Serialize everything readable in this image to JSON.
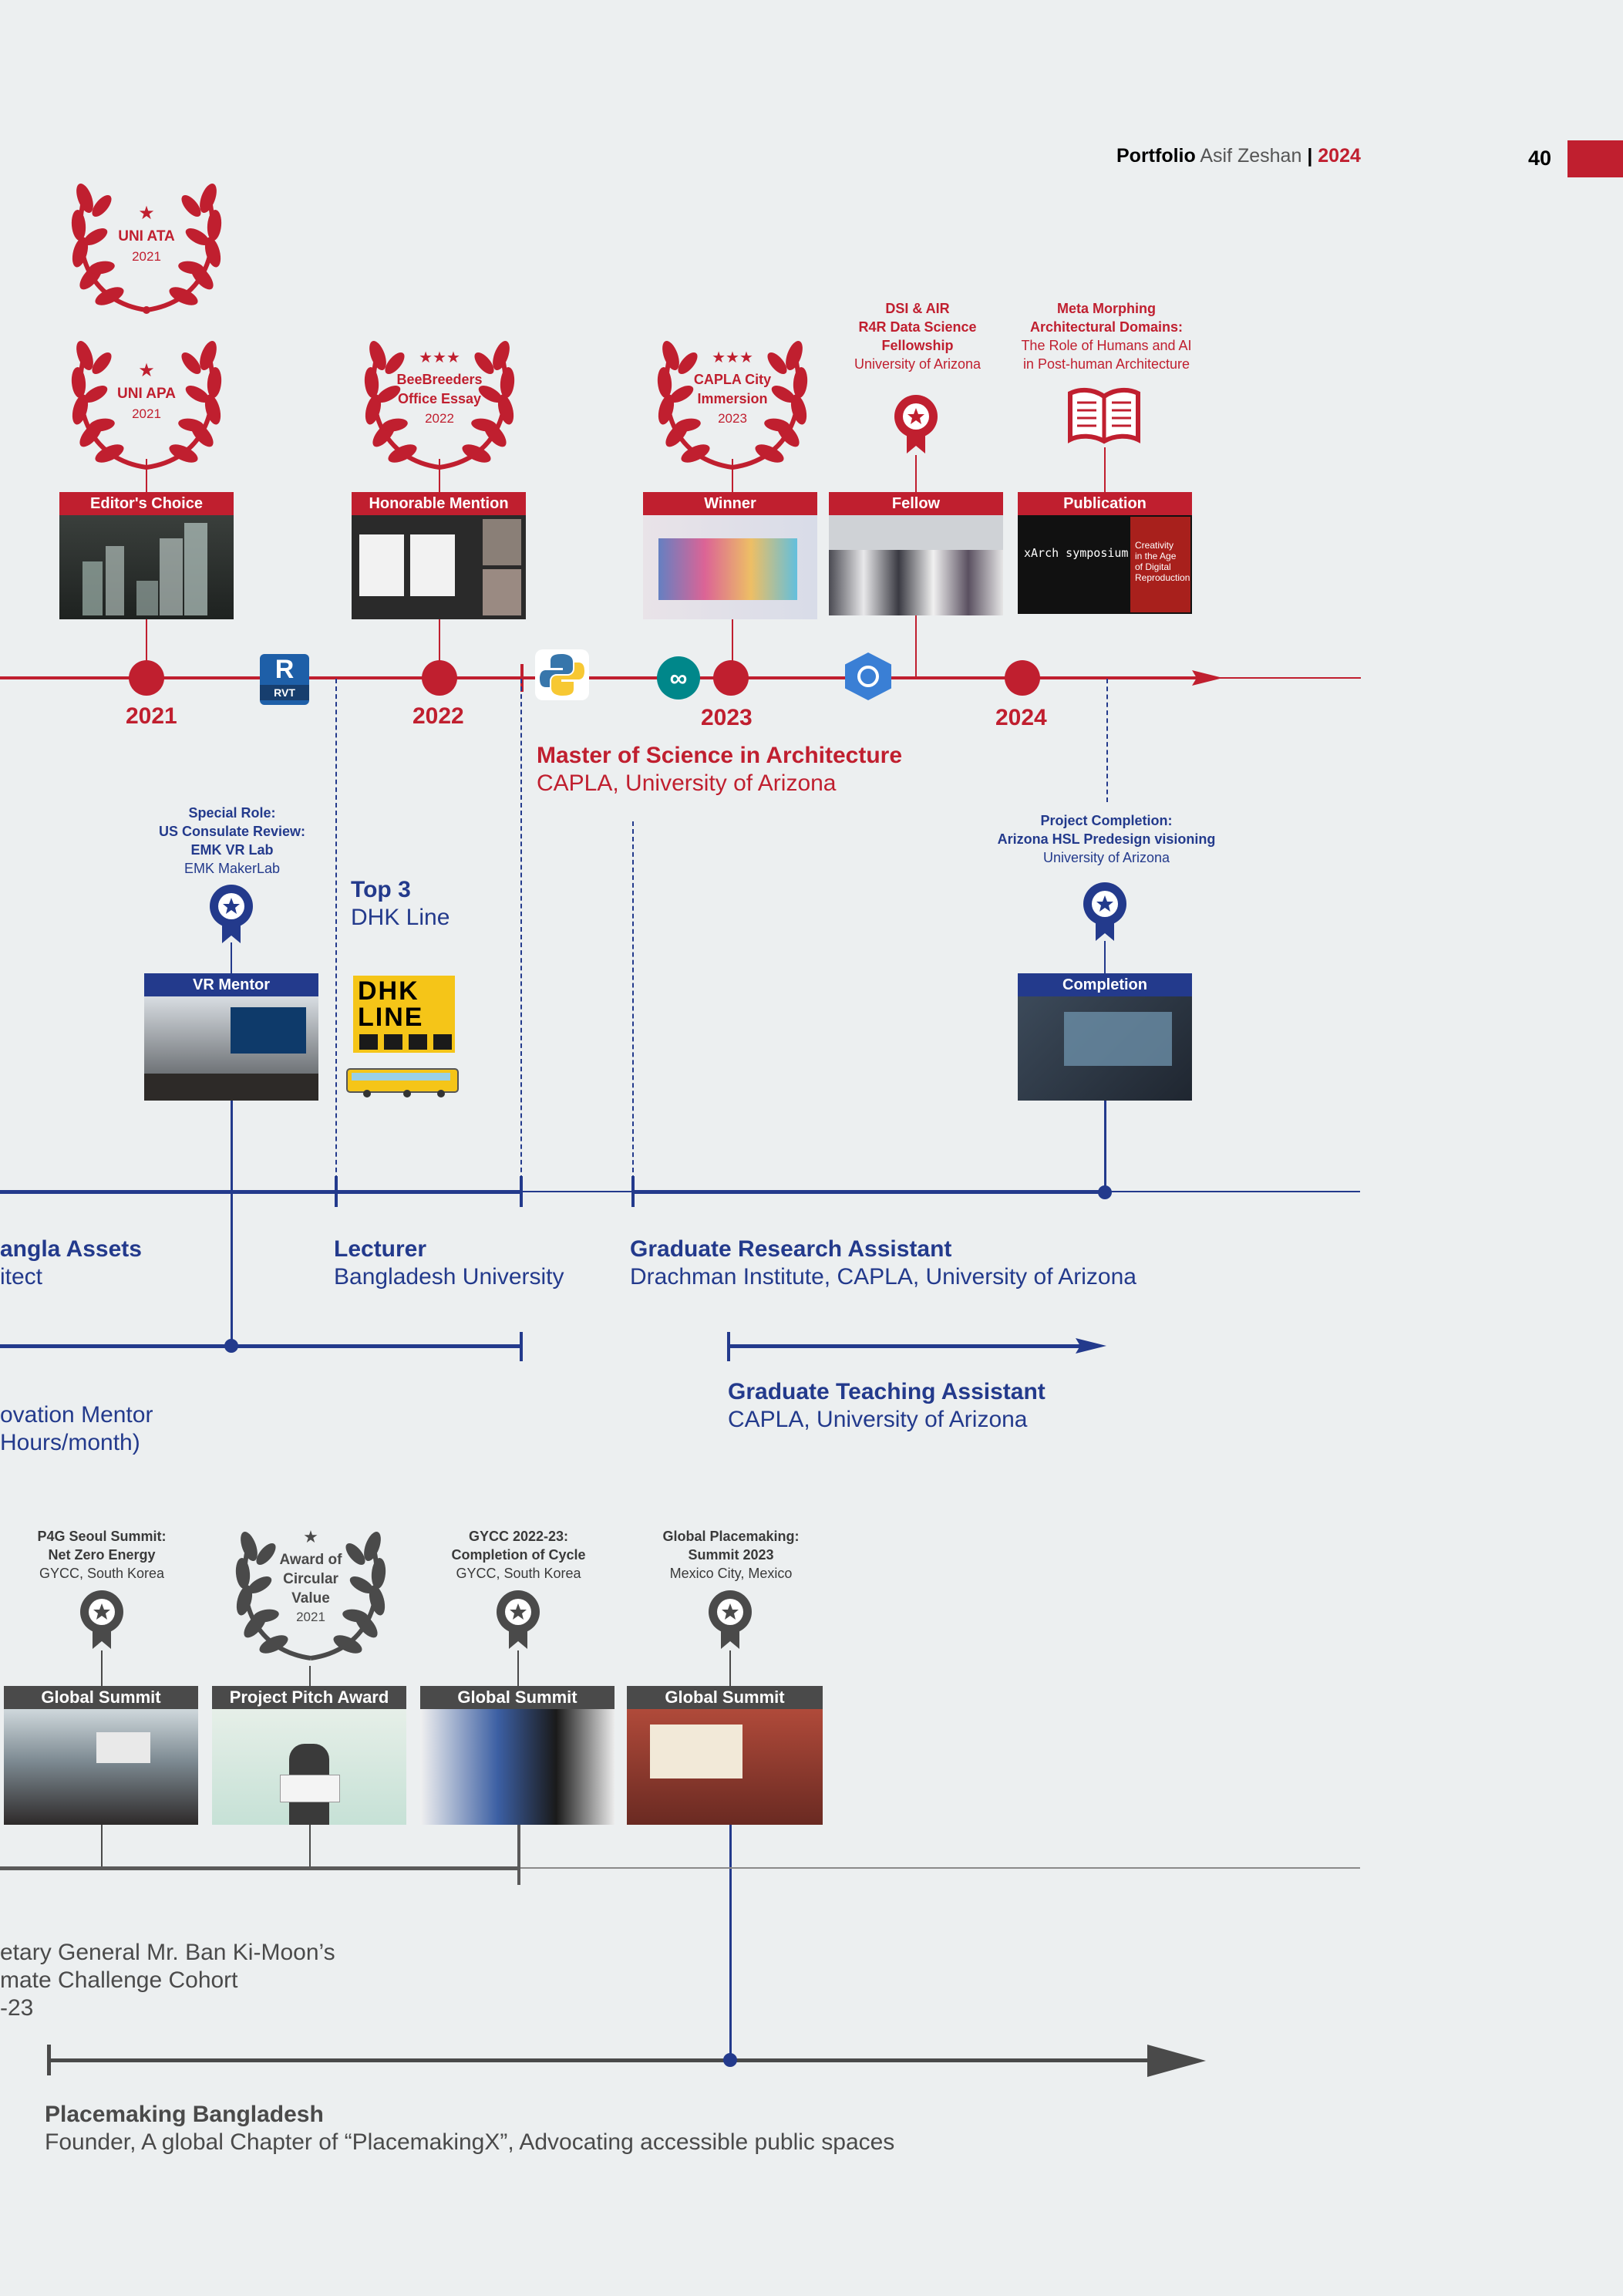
{
  "header": {
    "portfolio_label": "Portfolio",
    "author": "Asif Zeshan",
    "separator": "|",
    "year": "2024",
    "page_number": "40"
  },
  "colors": {
    "accent": "#c01f2f",
    "navy": "#233a8c",
    "gray": "#4a4a4a",
    "background": "#eceff0"
  },
  "awards": {
    "uni_ata": {
      "name": "UNI ATA",
      "year": "2021"
    },
    "uni_apa": {
      "name": "UNI APA",
      "year": "2021"
    },
    "beebreeders": {
      "name1": "BeeBreeders",
      "name2": "Office Essay",
      "year": "2022"
    },
    "capla": {
      "name1": "CAPLA City",
      "name2": "Immersion",
      "year": "2023"
    },
    "dsi": {
      "l1": "DSI & AIR",
      "l2": "R4R Data Science",
      "l3": "Fellowship",
      "l4": "University of Arizona"
    },
    "meta": {
      "l1": "Meta Morphing",
      "l2": "Architectural Domains:",
      "l3": "The Role of Humans and AI",
      "l4": "in Post-human Architecture"
    }
  },
  "bars_top": [
    "Editor's Choice",
    "Honorable Mention",
    "Winner",
    "Fellow",
    "Publication"
  ],
  "publication_img": {
    "xarch": "xArch symposium",
    "book1": "Creativity",
    "book2": "in the Age",
    "book3": "of Digital",
    "book4": "Reproduction"
  },
  "timeline_years": [
    "2021",
    "2022",
    "2023",
    "2024"
  ],
  "icons": [
    "revit-icon",
    "python-icon",
    "arduino-icon",
    "globe-app-icon"
  ],
  "revit_label": "RVT",
  "revit_letter": "R",
  "masters": {
    "title": "Master of Science in Architecture",
    "sub": "CAPLA, University of Arizona"
  },
  "special_role": {
    "l1": "Special Role:",
    "l2": "US Consulate Review:",
    "l3": "EMK VR Lab",
    "l4": "EMK MakerLab"
  },
  "project_completion": {
    "l1": "Project Completion:",
    "l2": "Arizona HSL Predesign visioning",
    "l3": "University of Arizona"
  },
  "top3": {
    "title": "Top 3",
    "sub": "DHK Line"
  },
  "dhk_logo": {
    "l1": "DHK",
    "l2": "LINE"
  },
  "bars_mid": [
    "VR Mentor",
    "Completion"
  ],
  "roles": {
    "bangla": {
      "title": "angla Assets",
      "sub": "itect"
    },
    "lecturer": {
      "title": "Lecturer",
      "sub": "Bangladesh University"
    },
    "gra": {
      "title": "Graduate Research Assistant",
      "sub": "Drachman Institute, CAPLA, University of Arizona"
    },
    "gta": {
      "title": "Graduate Teaching Assistant",
      "sub": "CAPLA, University of Arizona"
    },
    "mentor": {
      "l1": "ovation Mentor",
      "l2": "Hours/month)"
    }
  },
  "summits": {
    "p4g": {
      "l1": "P4G Seoul Summit:",
      "l2": "Net Zero Energy",
      "l3": "GYCC, South Korea"
    },
    "circular": {
      "l1": "Award of",
      "l2": "Circular",
      "l3": "Value",
      "l4": "2021"
    },
    "gycc": {
      "l1": "GYCC 2022-23:",
      "l2": "Completion of Cycle",
      "l3": "GYCC, South Korea"
    },
    "placemaking": {
      "l1": "Global Placemaking:",
      "l2": "Summit 2023",
      "l3": "Mexico City, Mexico"
    }
  },
  "bars_bottom": [
    "Global Summit",
    "Project Pitch Award",
    "Global Summit",
    "Global Summit"
  ],
  "cohort": {
    "l1": "etary General Mr. Ban Ki-Moon’s",
    "l2": "mate Challenge Cohort",
    "l3": "-23"
  },
  "placemaking_bd": {
    "title": "Placemaking Bangladesh",
    "sub": "Founder, A global Chapter of “PlacemakingX”, Advocating accessible public spaces"
  }
}
